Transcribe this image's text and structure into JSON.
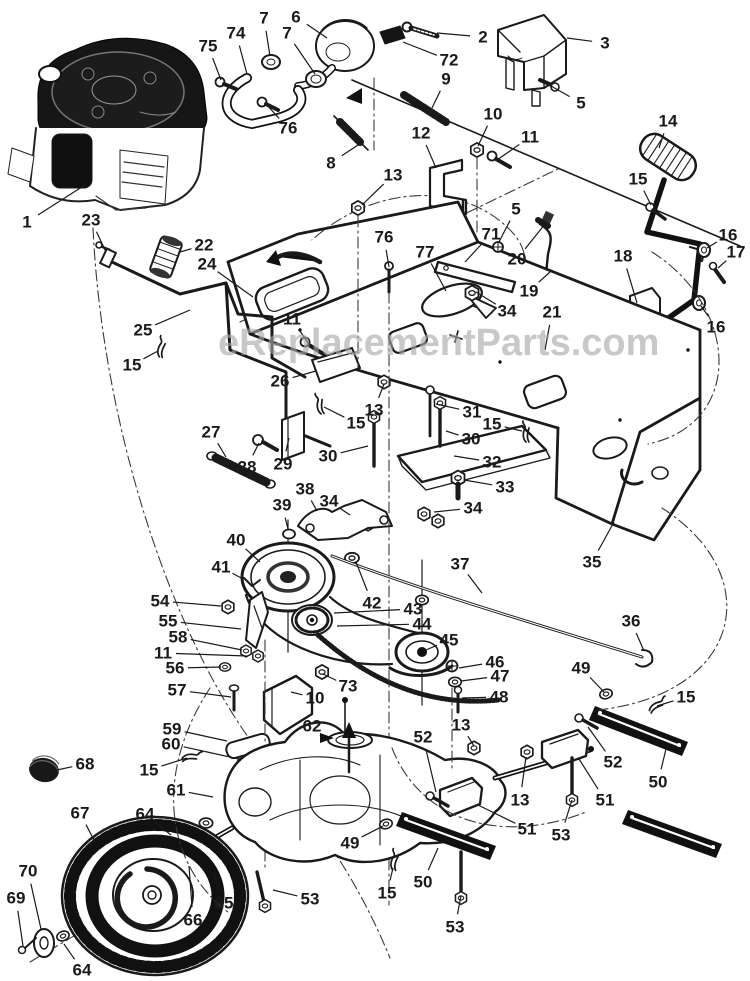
{
  "watermark": {
    "text": "eReplacementParts.com"
  },
  "diagram": {
    "ink": "#1a1a1a",
    "watermark_color": "#a8a8a8",
    "background": "#ffffff",
    "callouts": [
      [
        "1",
        27,
        222,
        85,
        185
      ],
      [
        "23",
        91,
        220,
        106,
        252
      ],
      [
        "75",
        208,
        46,
        221,
        80
      ],
      [
        "74",
        236,
        33,
        247,
        74
      ],
      [
        "7",
        264,
        18,
        270,
        56
      ],
      [
        "7",
        287,
        33,
        315,
        74
      ],
      [
        "6",
        296,
        17,
        327,
        38
      ],
      [
        "2",
        483,
        37,
        437,
        33
      ],
      [
        "72",
        449,
        60,
        403,
        42
      ],
      [
        "3",
        605,
        43,
        567,
        38
      ],
      [
        "5",
        581,
        103,
        551,
        86
      ],
      [
        "9",
        446,
        79,
        432,
        108
      ],
      [
        "76",
        288,
        128,
        265,
        103
      ],
      [
        "12",
        421,
        133,
        436,
        168
      ],
      [
        "10",
        493,
        114,
        478,
        146
      ],
      [
        "11",
        530,
        137,
        497,
        160
      ],
      [
        "14",
        668,
        121,
        659,
        148
      ],
      [
        "8",
        331,
        163,
        361,
        143
      ],
      [
        "13",
        393,
        175,
        362,
        205
      ],
      [
        "15",
        638,
        179,
        651,
        205
      ],
      [
        "22",
        204,
        245,
        180,
        252
      ],
      [
        "24",
        207,
        264,
        253,
        297
      ],
      [
        "16",
        728,
        235,
        707,
        248
      ],
      [
        "17",
        736,
        252,
        718,
        268
      ],
      [
        "5",
        516,
        209,
        499,
        242
      ],
      [
        "71",
        491,
        234,
        465,
        262
      ],
      [
        "20",
        517,
        259,
        545,
        224
      ],
      [
        "19",
        529,
        291,
        550,
        272
      ],
      [
        "18",
        623,
        256,
        637,
        303
      ],
      [
        "34",
        507,
        311,
        476,
        292
      ],
      [
        "21",
        552,
        312,
        545,
        350
      ],
      [
        "16",
        716,
        327,
        701,
        306
      ],
      [
        "25",
        143,
        330,
        190,
        310
      ],
      [
        "15",
        132,
        365,
        158,
        351
      ],
      [
        "11",
        292,
        319,
        308,
        343
      ],
      [
        "26",
        280,
        381,
        316,
        371
      ],
      [
        "76",
        384,
        237,
        389,
        267
      ],
      [
        "77",
        425,
        252,
        446,
        291
      ],
      [
        "27",
        211,
        432,
        226,
        457
      ],
      [
        "28",
        247,
        467,
        259,
        443
      ],
      [
        "29",
        283,
        464,
        289,
        438
      ],
      [
        "30",
        328,
        456,
        368,
        446
      ],
      [
        "15",
        356,
        423,
        324,
        407
      ],
      [
        "13",
        374,
        410,
        384,
        384
      ],
      [
        "31",
        472,
        412,
        436,
        404
      ],
      [
        "30",
        471,
        439,
        446,
        431
      ],
      [
        "15",
        492,
        424,
        522,
        431
      ],
      [
        "32",
        492,
        462,
        454,
        456
      ],
      [
        "33",
        505,
        487,
        464,
        480
      ],
      [
        "35",
        592,
        562,
        614,
        522
      ],
      [
        "38",
        305,
        489,
        317,
        511
      ],
      [
        "39",
        282,
        505,
        288,
        529
      ],
      [
        "34",
        329,
        501,
        350,
        515
      ],
      [
        "34",
        473,
        508,
        434,
        512
      ],
      [
        "40",
        236,
        540,
        260,
        562
      ],
      [
        "41",
        221,
        567,
        243,
        579
      ],
      [
        "42",
        372,
        603,
        356,
        562
      ],
      [
        "43",
        413,
        609,
        334,
        613
      ],
      [
        "44",
        422,
        624,
        337,
        626
      ],
      [
        "45",
        449,
        640,
        426,
        650
      ],
      [
        "37",
        460,
        564,
        482,
        593
      ],
      [
        "36",
        631,
        621,
        644,
        651
      ],
      [
        "54",
        160,
        601,
        221,
        606
      ],
      [
        "55",
        168,
        621,
        241,
        629
      ],
      [
        "58",
        178,
        637,
        242,
        650
      ],
      [
        "11",
        163,
        653,
        247,
        656
      ],
      [
        "56",
        175,
        668,
        221,
        667
      ],
      [
        "57",
        177,
        690,
        231,
        697
      ],
      [
        "59",
        172,
        729,
        227,
        741
      ],
      [
        "60",
        171,
        744,
        239,
        759
      ],
      [
        "73",
        348,
        686,
        323,
        674
      ],
      [
        "10",
        315,
        698,
        291,
        692
      ],
      [
        "62",
        312,
        726,
        320,
        735
      ],
      [
        "15",
        149,
        770,
        187,
        758
      ],
      [
        "68",
        85,
        764,
        57,
        770
      ],
      [
        "61",
        176,
        790,
        213,
        797
      ],
      [
        "64",
        145,
        814,
        171,
        835
      ],
      [
        "67",
        80,
        813,
        95,
        842
      ],
      [
        "70",
        28,
        871,
        41,
        929
      ],
      [
        "69",
        16,
        898,
        23,
        946
      ],
      [
        "64",
        82,
        970,
        64,
        944
      ],
      [
        "66",
        193,
        920,
        189,
        866
      ],
      [
        "65",
        224,
        903,
        213,
        872
      ],
      [
        "53",
        310,
        899,
        273,
        890
      ],
      [
        "49",
        350,
        843,
        383,
        826
      ],
      [
        "15",
        387,
        893,
        393,
        868
      ],
      [
        "50",
        423,
        882,
        438,
        848
      ],
      [
        "53",
        455,
        927,
        461,
        896
      ],
      [
        "52",
        423,
        737,
        436,
        792
      ],
      [
        "13",
        461,
        725,
        474,
        746
      ],
      [
        "13",
        520,
        800,
        526,
        757
      ],
      [
        "51",
        527,
        829,
        478,
        805
      ],
      [
        "52",
        613,
        762,
        588,
        727
      ],
      [
        "51",
        605,
        800,
        579,
        759
      ],
      [
        "50",
        658,
        782,
        666,
        749
      ],
      [
        "53",
        561,
        835,
        572,
        800
      ],
      [
        "15",
        686,
        697,
        657,
        706
      ],
      [
        "49",
        581,
        668,
        604,
        692
      ],
      [
        "46",
        495,
        662,
        459,
        668
      ],
      [
        "47",
        500,
        676,
        461,
        681
      ],
      [
        "48",
        499,
        697,
        462,
        698
      ]
    ]
  }
}
